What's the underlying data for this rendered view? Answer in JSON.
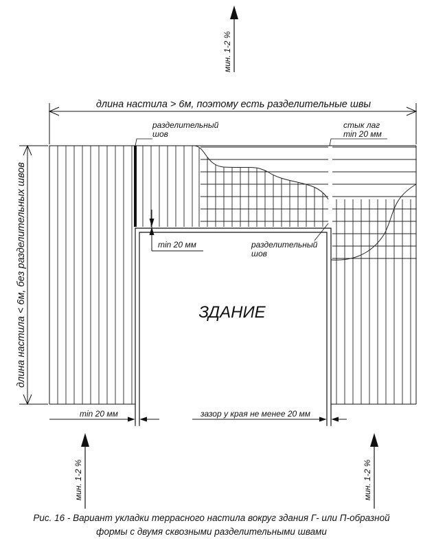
{
  "labels": {
    "slope_top": "мин. 1-2 %",
    "slope_bottom_left": "мин. 1-2 %",
    "slope_bottom_right": "мин. 1-2 %",
    "length_top": "длина настила > 6м, поэтому есть разделительные швы",
    "length_left": "длина настила < 6м, без разделительных швов",
    "seam_top_line1": "разделительный",
    "seam_top_line2": "шов",
    "joist_joint_line1": "стык лаг",
    "joist_joint_line2": "min 20 мм",
    "min_gap_inner": "min 20 мм",
    "seam_mid_line1": "разделительный",
    "seam_mid_line2": "шов",
    "building": "ЗДАНИЕ",
    "min_gap_bottom": "min 20 мм",
    "edge_gap": "зазор у края не менее 20 мм"
  },
  "caption": {
    "line1": "Рис. 16 - Вариант укладки террасного настила вокруг здания Г- или П-образной",
    "line2": "формы с двумя сквозными разделительными швами"
  }
}
